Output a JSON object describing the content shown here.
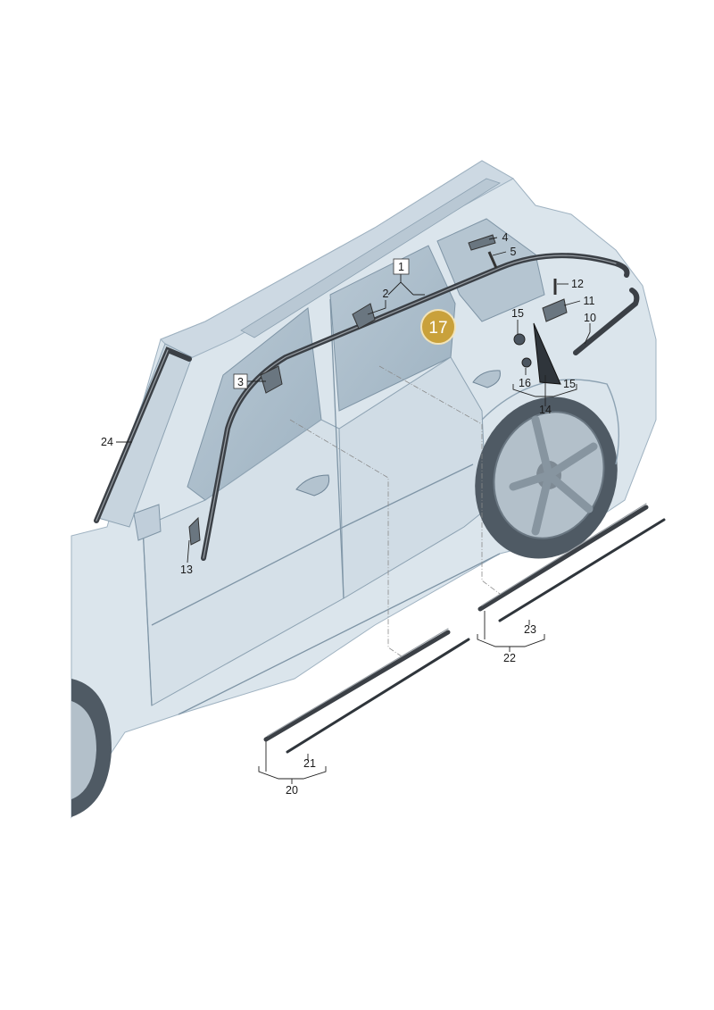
{
  "diagram": {
    "callouts": [
      {
        "id": "c1",
        "text": "1"
      },
      {
        "id": "c2",
        "text": "2"
      },
      {
        "id": "c3",
        "text": "3"
      },
      {
        "id": "c4",
        "text": "4"
      },
      {
        "id": "c5",
        "text": "5"
      },
      {
        "id": "c10",
        "text": "10"
      },
      {
        "id": "c11",
        "text": "11"
      },
      {
        "id": "c12",
        "text": "12"
      },
      {
        "id": "c13",
        "text": "13"
      },
      {
        "id": "c14",
        "text": "14"
      },
      {
        "id": "c15a",
        "text": "15"
      },
      {
        "id": "c15b",
        "text": "15"
      },
      {
        "id": "c16",
        "text": "16"
      },
      {
        "id": "c20",
        "text": "20"
      },
      {
        "id": "c21",
        "text": "21"
      },
      {
        "id": "c22",
        "text": "22"
      },
      {
        "id": "c23",
        "text": "23"
      },
      {
        "id": "c24",
        "text": "24"
      }
    ],
    "highlight": {
      "text": "17",
      "color": "#c9a13b"
    },
    "colors": {
      "body_fill": "#dbe5ec",
      "body_shade": "#c3d1dc",
      "glass": "#aebfcc",
      "tire": "#5b6670",
      "strip": "#3b4046"
    }
  }
}
